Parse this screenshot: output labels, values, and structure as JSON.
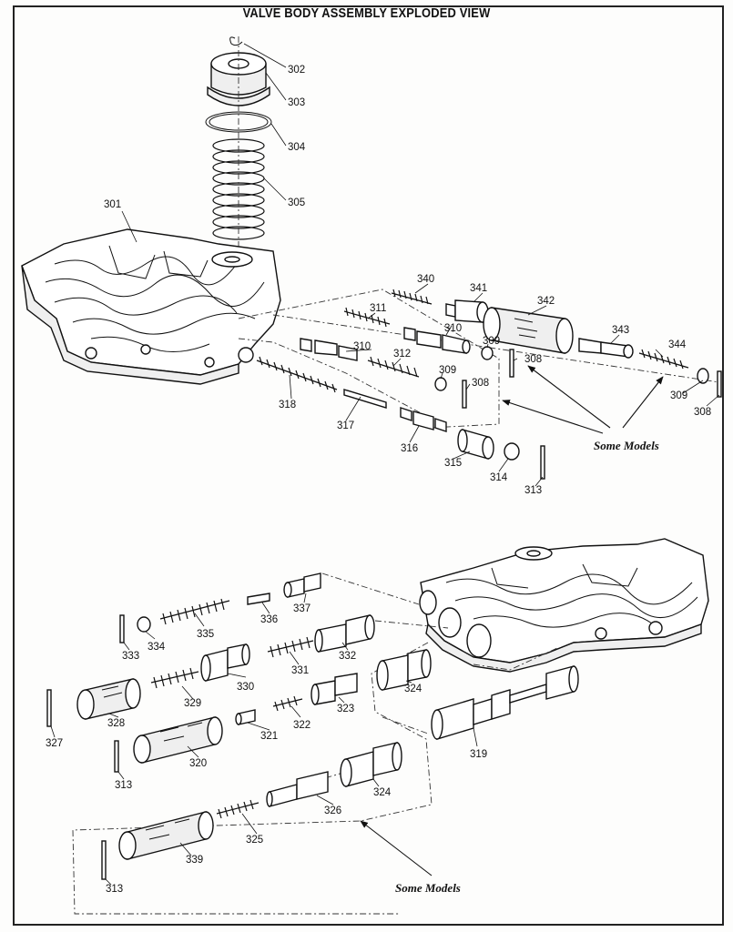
{
  "title": "VALVE BODY ASSEMBLY EXPLODED VIEW",
  "callouts": {
    "upper_some_models": "Some Models",
    "lower_some_models": "Some Models"
  },
  "upper_parts": {
    "p302": "302",
    "p303": "303",
    "p304": "304",
    "p305": "305",
    "p301": "301",
    "p340": "340",
    "p341": "341",
    "p342": "342",
    "p311": "311",
    "p310a": "310",
    "p310b": "310",
    "p309a": "309",
    "p308a": "308",
    "p343": "343",
    "p344": "344",
    "p312": "312",
    "p309b": "309",
    "p308b": "308",
    "p309c": "309",
    "p308c": "308",
    "p318": "318",
    "p317": "317",
    "p316": "316",
    "p315": "315",
    "p314": "314",
    "p313": "313"
  },
  "lower_parts": {
    "p337": "337",
    "p336": "336",
    "p335": "335",
    "p334": "334",
    "p333": "333",
    "p332": "332",
    "p331": "331",
    "p330": "330",
    "p324a": "324",
    "p329": "329",
    "p328": "328",
    "p327": "327",
    "p323": "323",
    "p322": "322",
    "p321": "321",
    "p320": "320",
    "p319": "319",
    "p313a": "313",
    "p324b": "324",
    "p326": "326",
    "p325": "325",
    "p339": "339",
    "p313b": "313"
  }
}
